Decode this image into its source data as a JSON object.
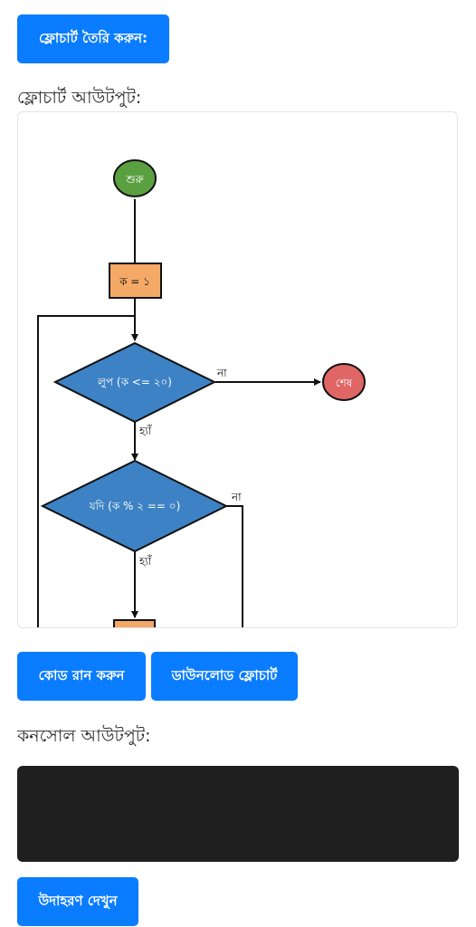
{
  "buttons": {
    "create": "ফ্লোচার্ট তৈরি করুন:",
    "run": "কোড রান করুন",
    "download": "ডাউনলোড ফ্লোচার্ট",
    "example": "উদাহরণ দেখুন"
  },
  "labels": {
    "flowchart_output": "ফ্লোচার্ট আউটপুট:",
    "console_output": "কনসোল আউটপুট:"
  },
  "flowchart": {
    "start": "শুরু",
    "init": "ক = ১",
    "loop": "লুপ (ক <= ২০)",
    "loop_no": "না",
    "loop_yes": "হ্যাঁ",
    "end": "শেষ",
    "cond": "যদি (ক % ২ == ০)",
    "cond_no": "না",
    "cond_yes": "হ্যাঁ"
  },
  "colors": {
    "button": "#0a7cff",
    "start_node": "#5aa041",
    "process_node": "#f4a966",
    "decision_node": "#3d82c4",
    "end_node": "#e06666",
    "console_bg": "#1f1f1f"
  }
}
